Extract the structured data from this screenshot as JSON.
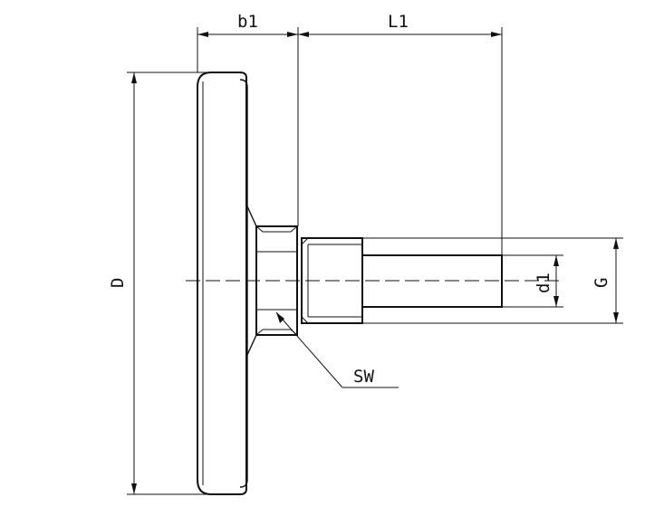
{
  "labels": {
    "b1": "b1",
    "L1": "L1",
    "D": "D",
    "d1": "d1",
    "G": "G",
    "SW": "SW"
  }
}
